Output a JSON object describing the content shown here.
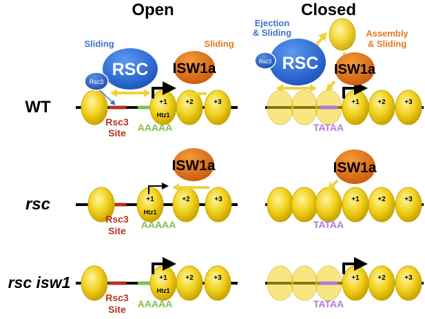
{
  "titles": {
    "open": "Open",
    "closed": "Closed"
  },
  "rows": {
    "wt": "WT",
    "rsc": "rsc",
    "rsc_isw1": "rsc isw1"
  },
  "remodelers": {
    "rsc": "RSC",
    "isw1a": "ISW1a",
    "rsc3": "Rsc3"
  },
  "annotations": {
    "sliding_rsc": "Sliding",
    "sliding_isw1a": "Sliding",
    "ejection_line1": "Ejection",
    "ejection_line2": "& Sliding",
    "assembly_line1": "Assembly",
    "assembly_line2": "& Sliding"
  },
  "dna_elements": {
    "rsc3_site_line1": "Rsc3",
    "rsc3_site_line2": "Site",
    "aaaaa": "AAAAA",
    "tataa": "TATAA"
  },
  "nucleosomes": {
    "plus1": "+1",
    "plus2": "+2",
    "plus3": "+3",
    "htz1": "Htz1"
  },
  "colors": {
    "nucleosome": "#f2d21e",
    "nucleosome_stroke": "#c9a800",
    "rsc_blue": "#2f6fd8",
    "isw1a_orange": "#e0771a",
    "arrow_yellow": "#f0d23a",
    "rsc3_red": "#b8311c",
    "aaaaa_green": "#7fbf4a",
    "tataa_purple": "#b07ad8",
    "sliding_blue_text": "#3a74c8",
    "sliding_orange_text": "#e27a20"
  }
}
